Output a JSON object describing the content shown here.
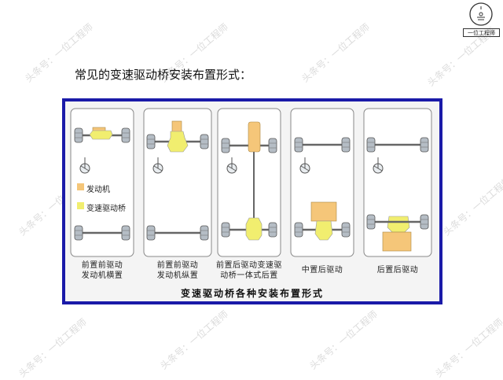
{
  "logo": {
    "text": "一位工程师"
  },
  "heading": "常见的变速驱动桥安装布置形式：",
  "legend": {
    "items": [
      {
        "label": "发动机",
        "color": "#f5c679"
      },
      {
        "label": "变速驱动桥",
        "color": "#f1ee6f"
      }
    ]
  },
  "panels": [
    {
      "caption_line1": "前置前驱动",
      "caption_line2": "发动机横置"
    },
    {
      "caption_line1": "前置前驱动",
      "caption_line2": "发动机纵置"
    },
    {
      "caption_line1": "前置后驱动变速驱",
      "caption_line2": "动桥一体式后置"
    },
    {
      "caption_line1": "中置后驱动",
      "caption_line2": ""
    },
    {
      "caption_line1": "后置后驱动",
      "caption_line2": ""
    }
  ],
  "main_caption": "变速驱动桥各种安装布置形式",
  "watermark_text": "头条号：一位工程师",
  "colors": {
    "frame_border": "#1a1aa8",
    "engine": "#f5c679",
    "transaxle": "#f1ee6f",
    "wheel": "#b5bdc5",
    "panel_bg": "#ffffff"
  }
}
